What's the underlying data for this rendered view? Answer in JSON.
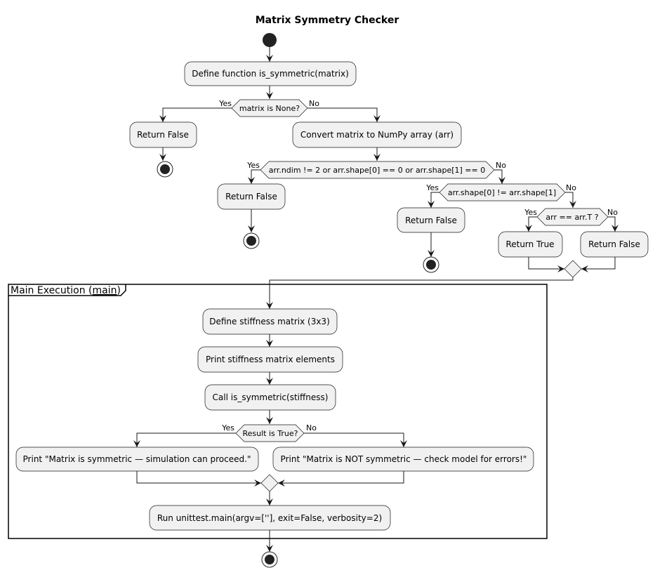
{
  "title": "Matrix Symmetry Checker",
  "nodes": {
    "define_func": "Define function is_symmetric(matrix)",
    "dec_none": "matrix is None?",
    "ret_false_1": "Return False",
    "convert": "Convert matrix to NumPy array (arr)",
    "dec_dims": "arr.ndim != 2 or arr.shape[0] == 0 or arr.shape[1] == 0",
    "ret_false_2": "Return False",
    "dec_square": "arr.shape[0] != arr.shape[1]",
    "ret_false_3": "Return False",
    "dec_transpose": "arr == arr.T ?",
    "ret_true": "Return True",
    "ret_false_4": "Return False",
    "define_stiff": "Define stiffness matrix (3x3)",
    "print_elements": "Print stiffness matrix elements",
    "call_func": "Call is_symmetric(stiffness)",
    "dec_result": "Result is True?",
    "print_sym": "Print \"Matrix is symmetric — simulation can proceed.\"",
    "print_not_sym": "Print \"Matrix is NOT symmetric — check model for errors!\"",
    "run_tests": "Run unittest.main(argv=[''], exit=False, verbosity=2)"
  },
  "branch": {
    "yes": "Yes",
    "no": "No"
  },
  "frame": {
    "label_prefix": "Main Execution (",
    "label_link": "main",
    "label_suffix": ")"
  },
  "colors": {
    "node_fill": "#f1f1f1",
    "stroke": "#181818",
    "start_fill": "#222222"
  }
}
